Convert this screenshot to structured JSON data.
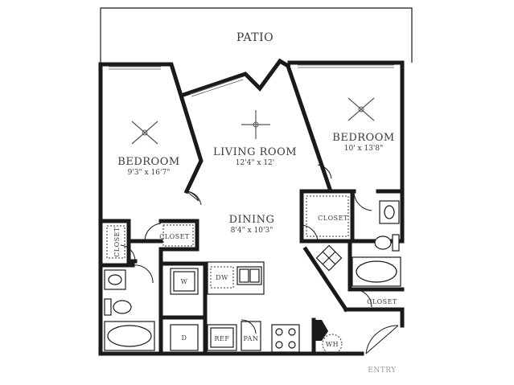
{
  "labels": {
    "patio": "PATIO",
    "bedroom_left": "BEDROOM",
    "bedroom_left_dim": "9'3\" x 16'7\"",
    "living_room": "LIVING ROOM",
    "living_room_dim": "12'4\" x 12'",
    "bedroom_right": "BEDROOM",
    "bedroom_right_dim": "10' x 13'8\"",
    "dining": "DINING",
    "dining_dim": "8'4\" x 10'3\"",
    "closet_left_vertical": "CLOSET",
    "closet_left": "CLOSET",
    "closet_right_upper": "CLOSET",
    "closet_right_lower": "CLOSET",
    "washer": "W",
    "dryer": "D",
    "dishwasher": "DW",
    "refrigerator": "REF",
    "pantry": "PAN",
    "water_heater": "WH",
    "entry": "ENTRY"
  },
  "colors": {
    "wall": "#1a1a1a",
    "text": "#3a3a3a",
    "background": "#ffffff"
  }
}
